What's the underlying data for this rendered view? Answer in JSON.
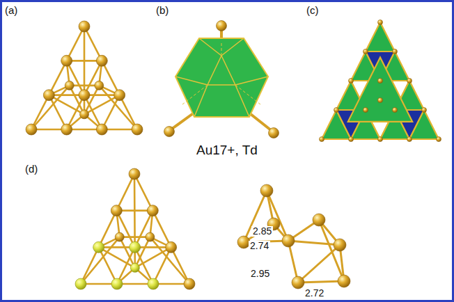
{
  "diagram": {
    "labels": [
      "(a)",
      "(b)",
      "(c)",
      "Au17+, Td",
      "(d)",
      "2.85",
      "2.74",
      "2.95",
      "2.72"
    ]
  }
}
